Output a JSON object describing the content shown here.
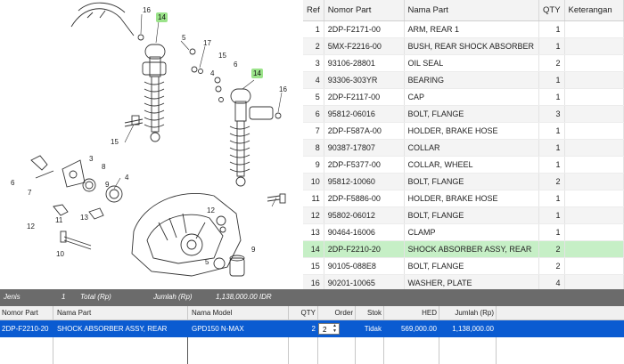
{
  "diagram": {
    "callouts": [
      "16",
      "14",
      "5",
      "17",
      "15",
      "4",
      "14",
      "16",
      "6",
      "15",
      "3",
      "8",
      "9",
      "4",
      "7",
      "6",
      "12",
      "13",
      "11",
      "10",
      "12",
      "5",
      "9"
    ]
  },
  "parts_table": {
    "columns": [
      "Ref",
      "Nomor Part",
      "Nama Part",
      "QTY",
      "Keterangan"
    ],
    "rows": [
      [
        "1",
        "2DP-F2171-00",
        "ARM, REAR 1",
        "1",
        ""
      ],
      [
        "2",
        "5MX-F2216-00",
        "BUSH, REAR SHOCK ABSORBER",
        "1",
        ""
      ],
      [
        "3",
        "93106-28801",
        "OIL SEAL",
        "2",
        ""
      ],
      [
        "4",
        "93306-303YR",
        "BEARING",
        "1",
        ""
      ],
      [
        "5",
        "2DP-F2117-00",
        "CAP",
        "1",
        ""
      ],
      [
        "6",
        "95812-06016",
        "BOLT, FLANGE",
        "3",
        ""
      ],
      [
        "7",
        "2DP-F587A-00",
        "HOLDER, BRAKE HOSE",
        "1",
        ""
      ],
      [
        "8",
        "90387-17807",
        "COLLAR",
        "1",
        ""
      ],
      [
        "9",
        "2DP-F5377-00",
        "COLLAR, WHEEL",
        "1",
        ""
      ],
      [
        "10",
        "95812-10060",
        "BOLT, FLANGE",
        "2",
        ""
      ],
      [
        "11",
        "2DP-F5886-00",
        "HOLDER, BRAKE HOSE",
        "1",
        ""
      ],
      [
        "12",
        "95802-06012",
        "BOLT, FLANGE",
        "1",
        ""
      ],
      [
        "13",
        "90464-16006",
        "CLAMP",
        "1",
        ""
      ],
      [
        "14",
        "2DP-F2210-20",
        "SHOCK ABSORBER ASSY, REAR",
        "2",
        ""
      ],
      [
        "15",
        "90105-088E8",
        "BOLT, FLANGE",
        "2",
        ""
      ],
      [
        "16",
        "90201-10065",
        "WASHER, PLATE",
        "4",
        ""
      ]
    ],
    "selected_ref": "14"
  },
  "summary": {
    "jenis_label": "Jenis",
    "jenis_value": "1",
    "total_label": "Total (Rp)",
    "jumlah_label": "Jumlah (Rp)",
    "jumlah_value": "1,138,000.00 IDR"
  },
  "order_grid": {
    "columns": [
      "Nomor Part",
      "Nama Part",
      "Nama Model",
      "QTY",
      "Order",
      "Stok",
      "HED",
      "Jumlah (Rp)"
    ],
    "row": {
      "nomor_part": "2DP-F2210-20",
      "nama_part": "SHOCK ABSORBER ASSY, REAR",
      "nama_model": "GPD150 N-MAX",
      "qty": "2",
      "order": "2",
      "stok": "Tidak",
      "hed": "569,000.00",
      "jumlah": "1,138,000.00"
    }
  }
}
